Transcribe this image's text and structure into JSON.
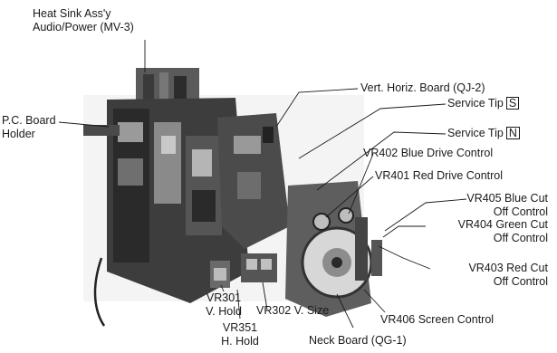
{
  "labels": {
    "heat_sink_line1": "Heat Sink Ass'y",
    "heat_sink_line2": "Audio/Power (MV-3)",
    "pc_board_line1": "P.C. Board",
    "pc_board_line2": "Holder",
    "vert_horiz": "Vert. Horiz. Board (QJ-2)",
    "service_tip_s": "Service Tip",
    "service_tip_s_key": "S",
    "service_tip_n": "Service Tip",
    "service_tip_n_key": "N",
    "vr402": "VR402 Blue Drive Control",
    "vr401": "VR401 Red Drive Control",
    "vr405_line1": "VR405 Blue Cut",
    "vr405_line2": "Off Control",
    "vr404_line1": "VR404 Green Cut",
    "vr404_line2": "Off Control",
    "vr403_line1": "VR403 Red Cut",
    "vr403_line2": "Off Control",
    "vr301_line1": "VR301",
    "vr301_line2": "V. Hold",
    "vr351_line1": "VR351",
    "vr351_line2": "H. Hold",
    "vr302": "VR302 V. Size",
    "vr406": "VR406 Screen Control",
    "neck_board": "Neck Board (QG-1)"
  }
}
